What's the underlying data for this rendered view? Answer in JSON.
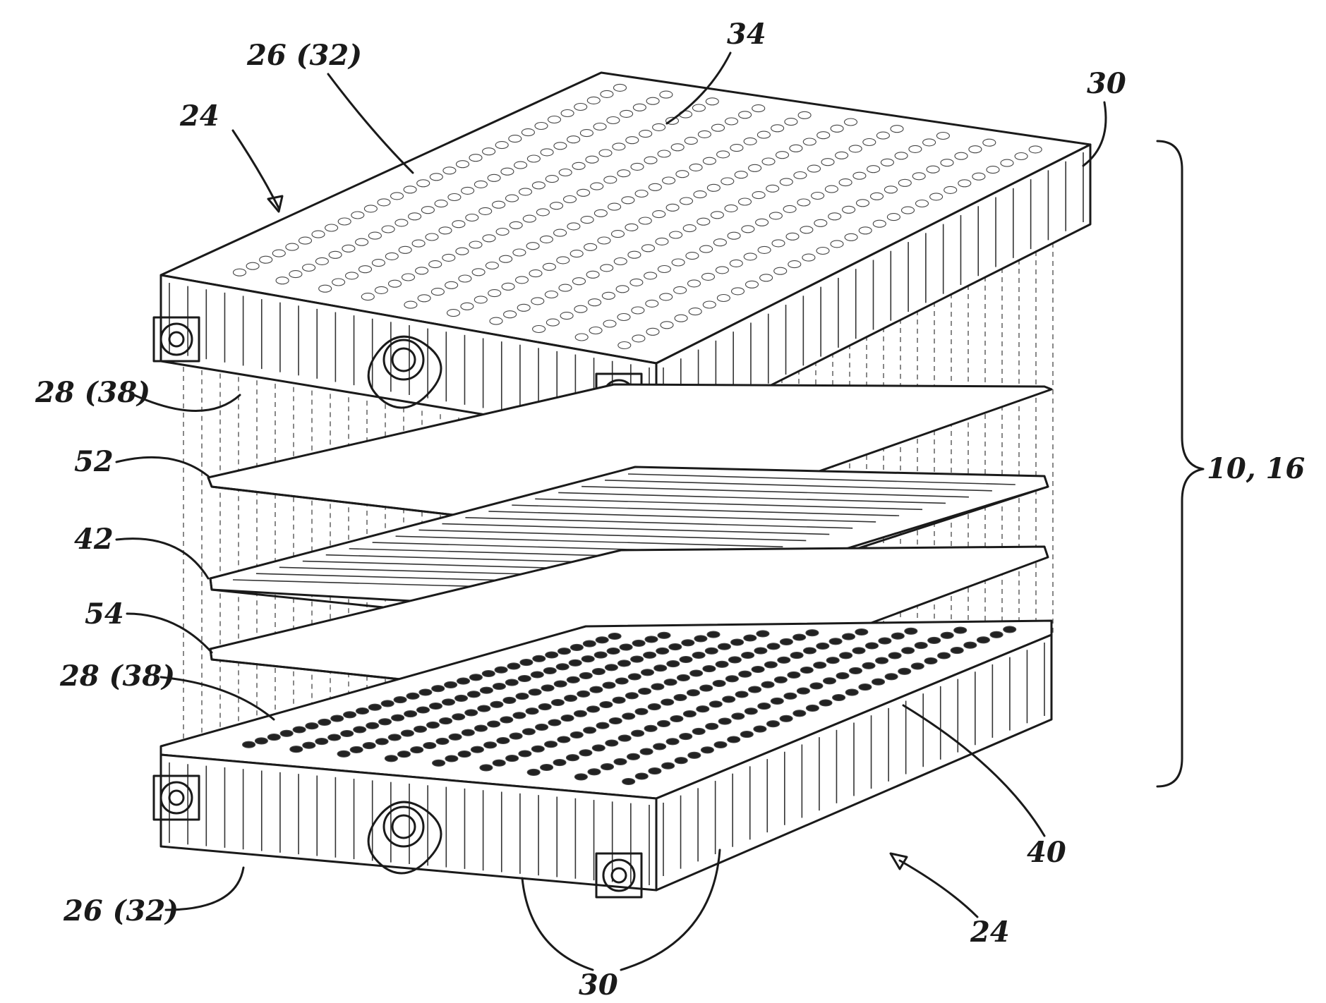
{
  "labels": {
    "l_34": "34",
    "l_26_32_top": "26 (32)",
    "l_30_top": "30",
    "l_24_top": "24",
    "l_28_38_upper": "28 (38)",
    "l_52": "52",
    "l_10_16": "10, 16",
    "l_42": "42",
    "l_54": "54",
    "l_28_38_lower": "28 (38)",
    "l_40": "40",
    "l_26_32_bottom": "26 (32)",
    "l_24_bottom": "24",
    "l_30_bottom": "30"
  }
}
